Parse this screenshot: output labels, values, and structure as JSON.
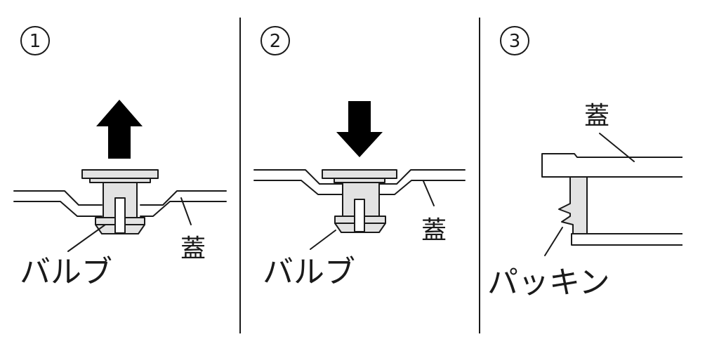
{
  "panels": [
    {
      "number": "1",
      "part_label": "バルブ",
      "lid_label": "蓋",
      "arrow": "up-arrow-icon"
    },
    {
      "number": "2",
      "part_label": "バルブ",
      "lid_label": "蓋",
      "arrow": "down-arrow-icon"
    },
    {
      "number": "3",
      "part_label": "パッキン",
      "lid_label": "蓋"
    }
  ]
}
